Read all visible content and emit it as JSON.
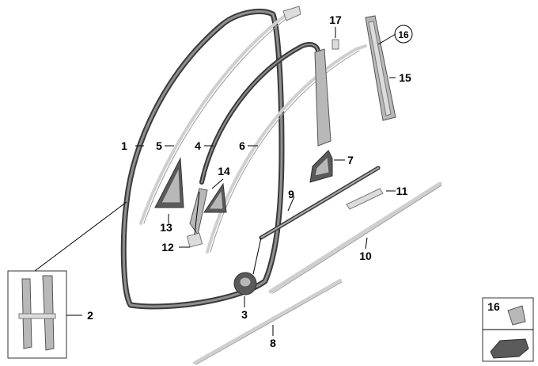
{
  "labels": {
    "p1": "1",
    "p2": "2",
    "p3": "3",
    "p4": "4",
    "p5": "5",
    "p6": "6",
    "p7": "7",
    "p8": "8",
    "p9": "9",
    "p10": "10",
    "p11": "11",
    "p12": "12",
    "p13": "13",
    "p14": "14",
    "p15": "15",
    "p16": "16",
    "p17": "17",
    "legend16": "16"
  },
  "colors": {
    "seal_dark": "#3a3a3a",
    "strip_light": "#cfcfcf",
    "part_grey": "#b8b8b8"
  }
}
